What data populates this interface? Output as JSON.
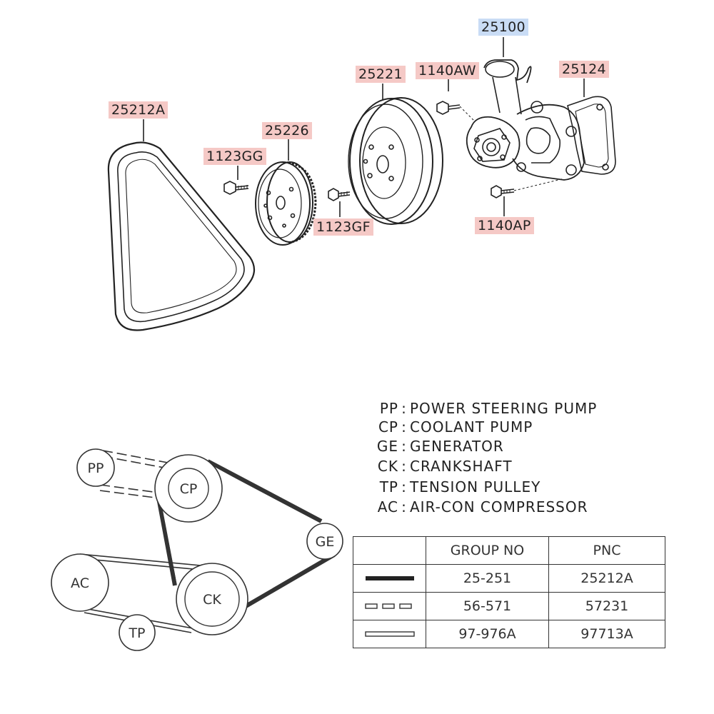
{
  "callouts": {
    "c25100": "25100",
    "c25221": "25221",
    "c1140AW": "1140AW",
    "c25124": "25124",
    "c25212A": "25212A",
    "c25226": "25226",
    "c1123GG": "1123GG",
    "c1123GF": "1123GF",
    "c1140AP": "1140AP"
  },
  "legend": [
    {
      "code": "PP",
      "sep": ":",
      "desc": "POWER STEERING PUMP"
    },
    {
      "code": "CP",
      "sep": ":",
      "desc": "COOLANT PUMP"
    },
    {
      "code": "GE",
      "sep": ":",
      "desc": "GENERATOR"
    },
    {
      "code": "CK",
      "sep": ":",
      "desc": "CRANKSHAFT"
    },
    {
      "code": "TP",
      "sep": ":",
      "desc": "TENSION PULLEY"
    },
    {
      "code": "AC",
      "sep": ":",
      "desc": "AIR-CON COMPRESSOR"
    }
  ],
  "pulleys": {
    "pp": "PP",
    "cp": "CP",
    "ge": "GE",
    "ac": "AC",
    "ck": "CK",
    "tp": "TP"
  },
  "table": {
    "headers": [
      "GROUP NO",
      "PNC"
    ],
    "rows": [
      {
        "style": "solid",
        "group": "25-251",
        "pnc": "25212A"
      },
      {
        "style": "dashed",
        "group": "56-571",
        "pnc": "57231"
      },
      {
        "style": "outline",
        "group": "97-976A",
        "pnc": "97713A"
      }
    ]
  },
  "colors": {
    "callout_red": "#f5c9c6",
    "callout_blue": "#c9dcf5",
    "line": "#333333"
  }
}
